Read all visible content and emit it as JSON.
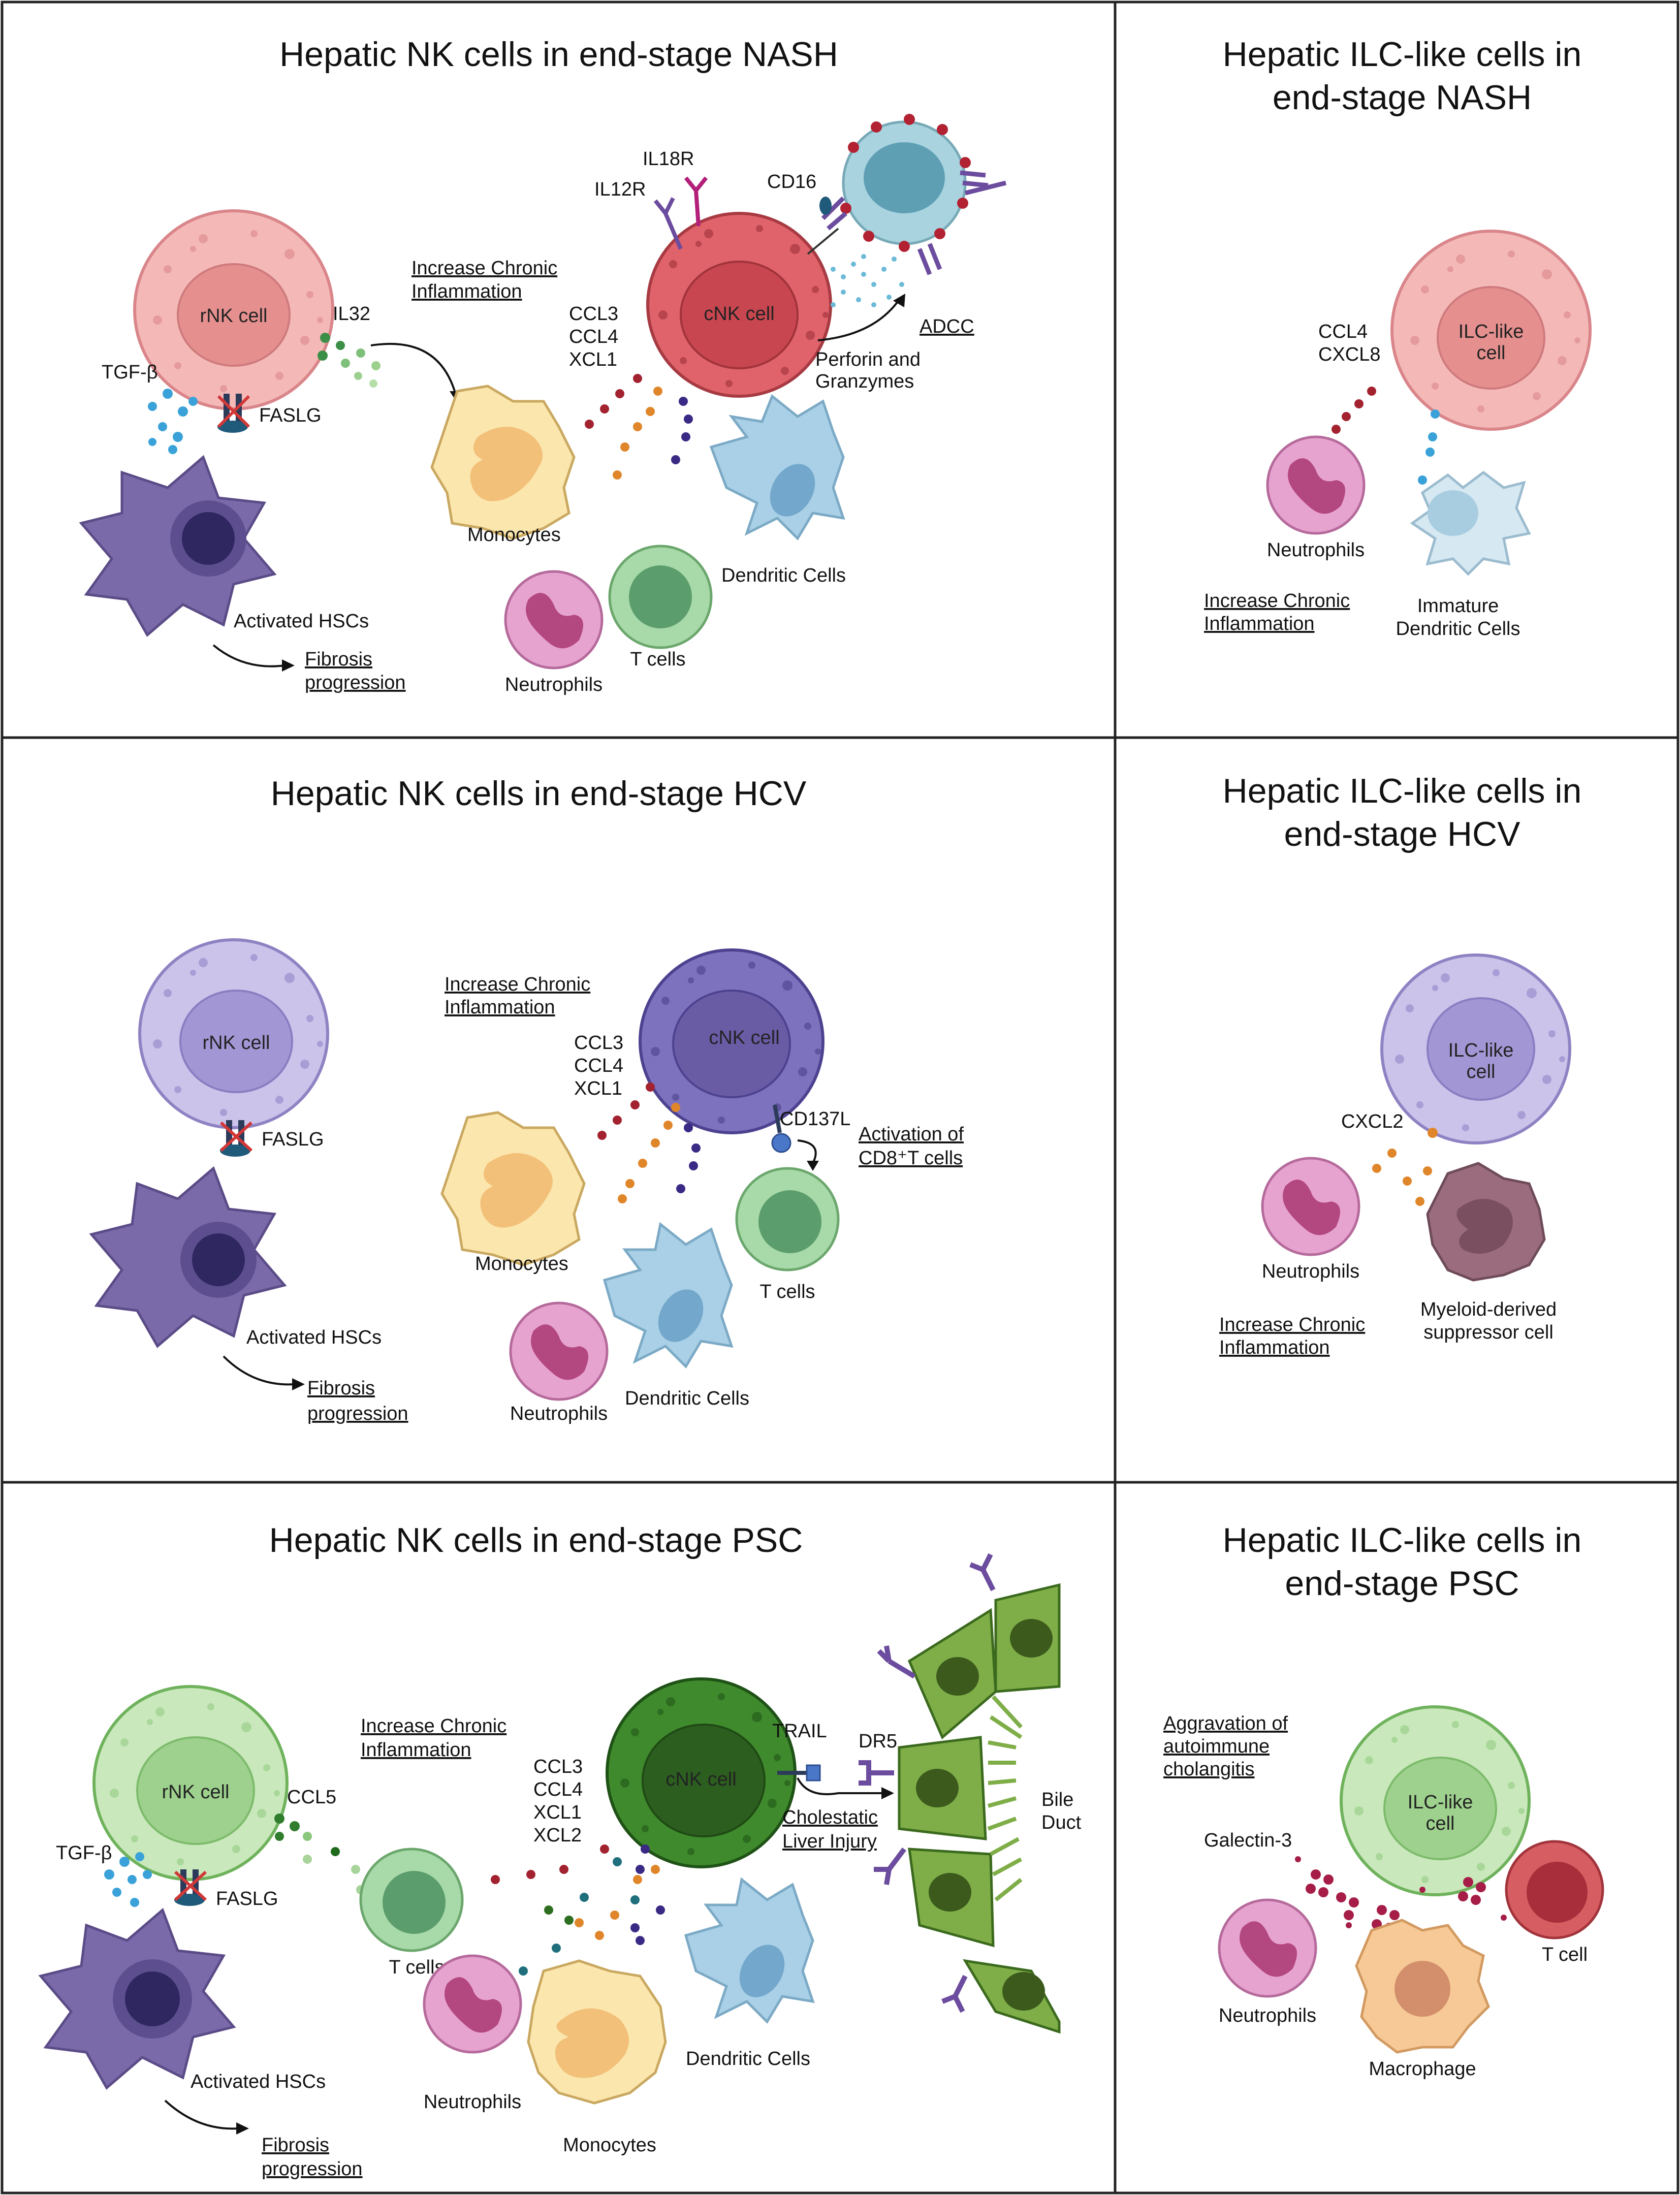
{
  "colors": {
    "nk_red": "#e0626a",
    "nk_red_nucleus": "#b8343e",
    "nk_pink": "#f4b9b7",
    "nk_pink_nucleus": "#e5908f",
    "nk_lilac": "#cbc3ea",
    "nk_lilac_nucleus": "#a396d4",
    "nk_violet": "#7d72be",
    "nk_violet_nucleus": "#5e5299",
    "nk_green_light": "#c9e8bb",
    "nk_green_nucleus": "#9dd18d",
    "nk_green_dark": "#3f8a2c",
    "nk_green_dark_nucleus": "#2c5e1f",
    "hsc": "#7b6aa9",
    "monocyte": "#fbe6ad",
    "tcell": "#8fc99a",
    "neutrophil": "#e7a3cf",
    "dendritic": "#a9d0e6",
    "bile_duct": "#7fae48",
    "receptor": "#6c4c9e"
  },
  "panels": {
    "nash_nk": {
      "title": "Hepatic NK cells in end-stage NASH",
      "rnk": "rNK cell",
      "cnk": "cNK cell",
      "tgfb": "TGF-β",
      "il32": "IL32",
      "faslg": "FASLG",
      "il12r": "IL12R",
      "il18r": "IL18R",
      "cd16": "CD16",
      "inflammation_1": "Increase Chronic",
      "inflammation_2": "Inflammation",
      "ccl3": "CCL3",
      "ccl4": "CCL4",
      "xcl1": "XCL1",
      "adcc": "ADCC",
      "perforin_1": "Perforin and",
      "perforin_2": "Granzymes",
      "monocytes": "Monocytes",
      "dendritic": "Dendritic Cells",
      "hscs": "Activated HSCs",
      "tcells": "T cells",
      "neutrophils": "Neutrophils",
      "fibrosis_1": "Fibrosis",
      "fibrosis_2": "progression"
    },
    "nash_ilc": {
      "title_1": "Hepatic ILC-like cells in",
      "title_2": "end-stage NASH",
      "ilc_1": "ILC-like",
      "ilc_2": "cell",
      "ccl4": "CCL4",
      "cxcl8": "CXCL8",
      "neutrophils": "Neutrophils",
      "inflammation_1": "Increase Chronic",
      "inflammation_2": "Inflammation",
      "idc_1": "Immature",
      "idc_2": "Dendritic Cells"
    },
    "hcv_nk": {
      "title": "Hepatic NK cells in end-stage HCV",
      "rnk": "rNK cell",
      "cnk": "cNK cell",
      "faslg": "FASLG",
      "inflammation_1": "Increase Chronic",
      "inflammation_2": "Inflammation",
      "ccl3": "CCL3",
      "ccl4": "CCL4",
      "xcl1": "XCL1",
      "cd137l": "CD137L",
      "activation_1": "Activation of",
      "activation_2": "CD8⁺T cells",
      "monocytes": "Monocytes",
      "tcells": "T cells",
      "dendritic": "Dendritic Cells",
      "neutrophils": "Neutrophils",
      "hscs": "Activated HSCs",
      "fibrosis_1": "Fibrosis",
      "fibrosis_2": "progression"
    },
    "hcv_ilc": {
      "title_1": "Hepatic ILC-like cells in",
      "title_2": "end-stage HCV",
      "ilc_1": "ILC-like",
      "ilc_2": "cell",
      "cxcl2": "CXCL2",
      "neutrophils": "Neutrophils",
      "mdsc_1": "Myeloid-derived",
      "mdsc_2": "suppressor cell",
      "inflammation_1": "Increase Chronic",
      "inflammation_2": "Inflammation"
    },
    "psc_nk": {
      "title": "Hepatic NK cells in end-stage PSC",
      "rnk": "rNK cell",
      "cnk": "cNK cell",
      "ccl5": "CCL5",
      "tgfb": "TGF-β",
      "faslg": "FASLG",
      "inflammation_1": "Increase Chronic",
      "inflammation_2": "Inflammation",
      "ccl3": "CCL3",
      "ccl4": "CCL4",
      "xcl1": "XCL1",
      "xcl2": "XCL2",
      "trail": "TRAIL",
      "dr5": "DR5",
      "cholestatic_1": "Cholestatic",
      "cholestatic_2": "Liver Injury",
      "bile_1": "Bile",
      "bile_2": "Duct",
      "tcells": "T cells",
      "neutrophils": "Neutrophils",
      "monocytes": "Monocytes",
      "dendritic": "Dendritic Cells",
      "hscs": "Activated HSCs",
      "fibrosis_1": "Fibrosis",
      "fibrosis_2": "progression"
    },
    "psc_ilc": {
      "title_1": "Hepatic ILC-like cells in",
      "title_2": "end-stage PSC",
      "ilc_1": "ILC-like",
      "ilc_2": "cell",
      "aggravation_1": "Aggravation of",
      "aggravation_2": "autoimmune",
      "aggravation_3": "cholangitis",
      "galectin": "Galectin-3",
      "neutrophils": "Neutrophils",
      "macrophage": "Macrophage",
      "tcell": "T cell"
    }
  }
}
